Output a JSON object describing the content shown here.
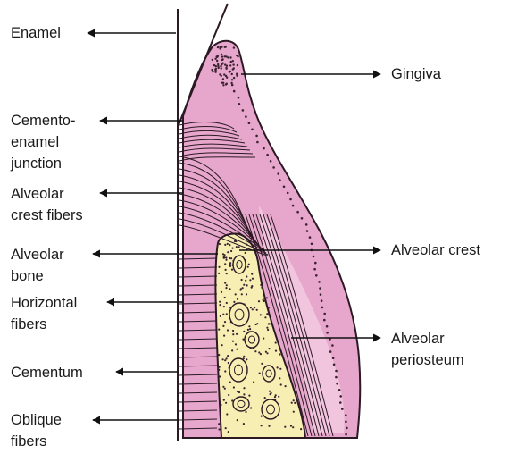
{
  "colors": {
    "gingiva": "#e7a6cb",
    "gingiva_highlight": "#f1c5dd",
    "bone": "#f7eeb4",
    "outline": "#2b1a24",
    "stipple": "#3a2230",
    "arrow": "#111111"
  },
  "labels": {
    "enamel": "Enamel",
    "cej": "Cemento-\nenamel\njunction",
    "alveolar_crest_fibers": "Alveolar\ncrest fibers",
    "alveolar_bone": "Alveolar\nbone",
    "horizontal_fibers": "Horizontal\nfibers",
    "cementum": "Cementum",
    "oblique_fibers": "Oblique\nfibers",
    "gingiva": "Gingiva",
    "alveolar_crest": "Alveolar crest",
    "alveolar_periosteum": "Alveolar\nperiosteum"
  }
}
